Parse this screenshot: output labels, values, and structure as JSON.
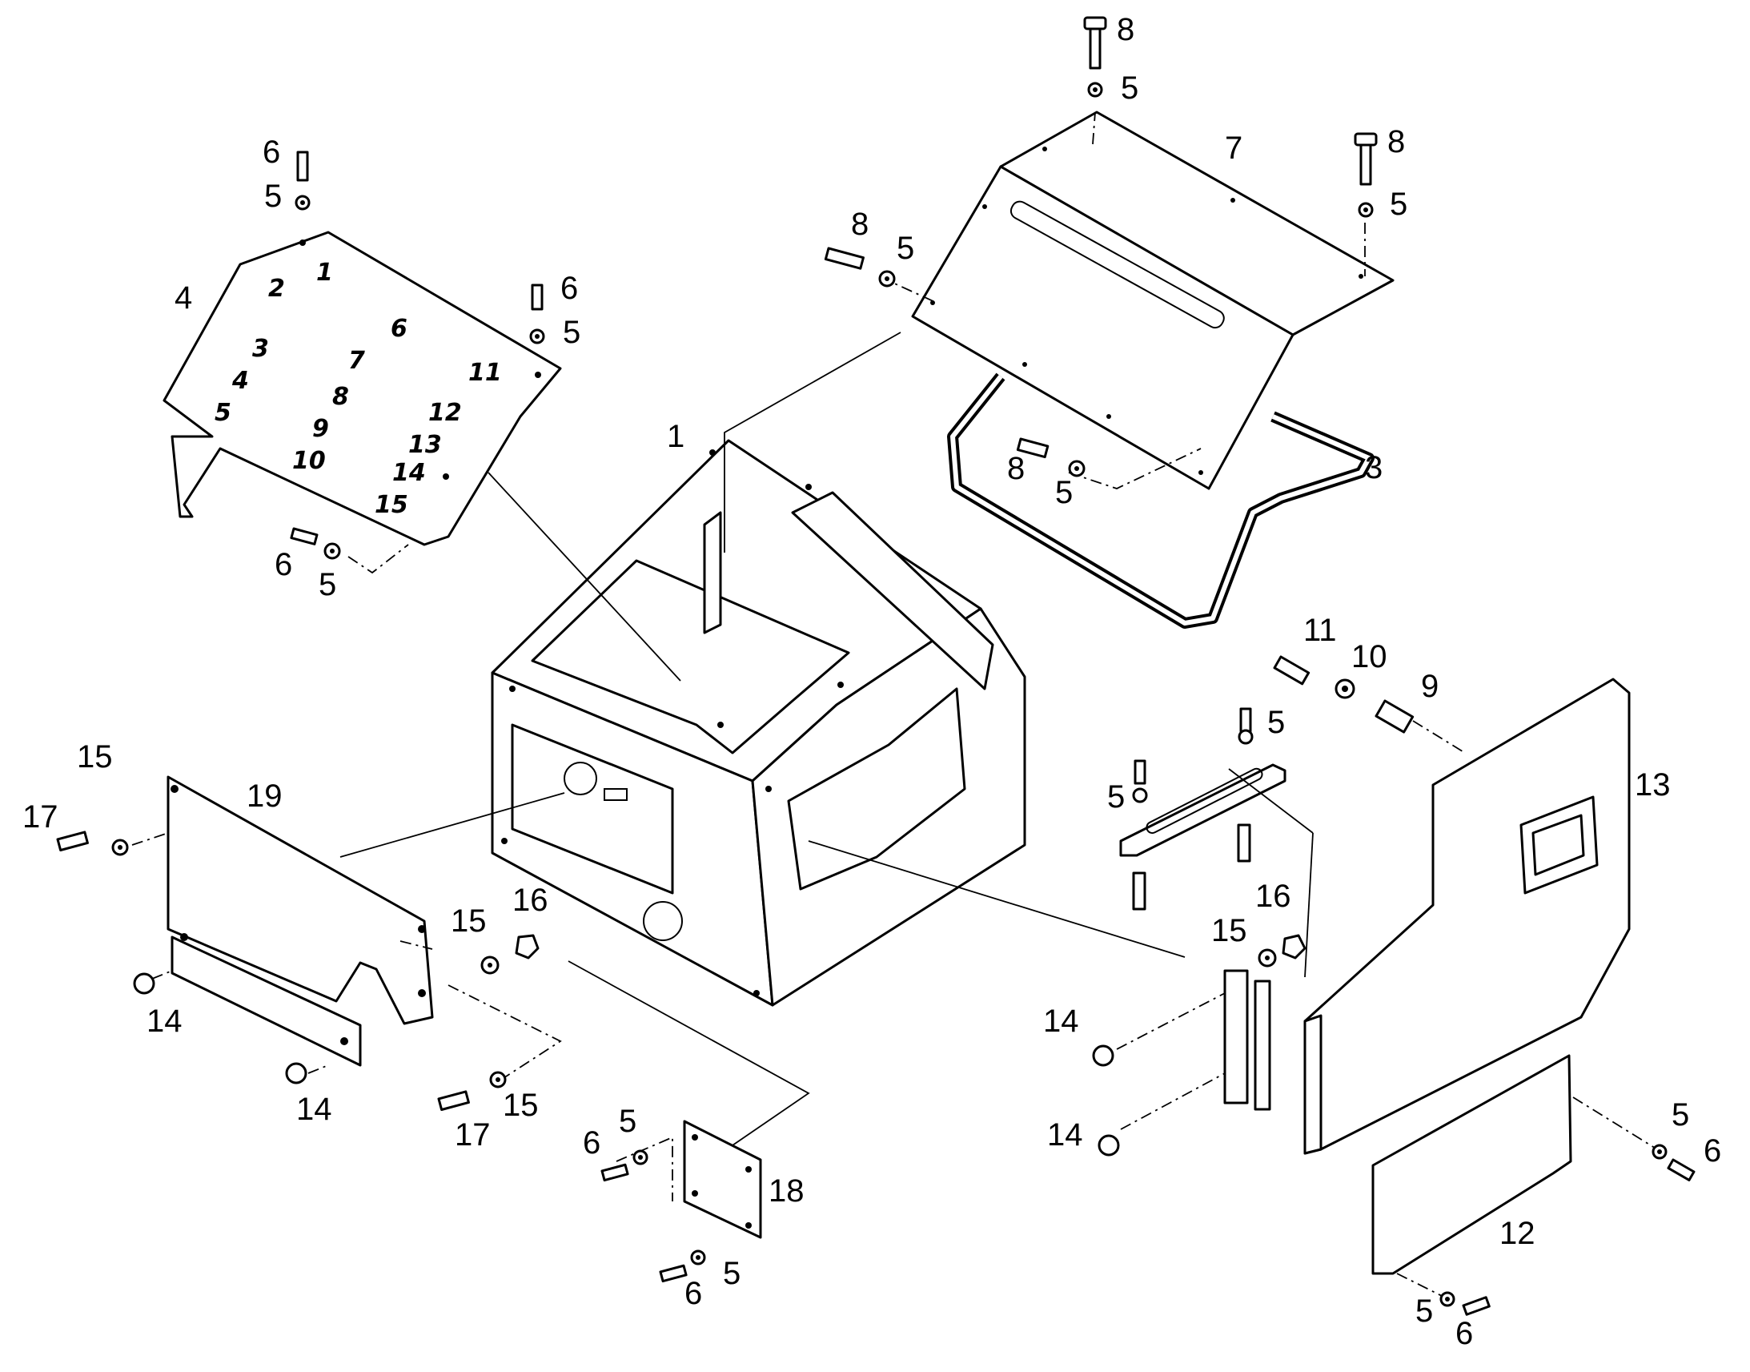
{
  "callouts": {
    "c1": "1",
    "c3": "3",
    "c4": "4",
    "c7": "7",
    "c9": "9",
    "c10": "10",
    "c11": "11",
    "c12": "12",
    "c13": "13",
    "c16a": "16",
    "c16b": "16",
    "c18": "18",
    "c19": "19",
    "c6a": "6",
    "c5a": "5",
    "c6b": "6",
    "c5b": "5",
    "c6c": "6",
    "c5c": "5",
    "c8a": "8",
    "c5d": "5",
    "c8b": "8",
    "c5e": "5",
    "c8c": "8",
    "c5f": "5",
    "c8d": "8",
    "c5g": "5",
    "c5h": "5",
    "c5i": "5",
    "c15a": "15",
    "c17a": "17",
    "c15b": "15",
    "c14a": "14",
    "c14b": "14",
    "c17b": "17",
    "c15c": "15",
    "c6d": "6",
    "c5j": "5",
    "c6e": "6",
    "c5k": "5",
    "c15d": "15",
    "c14c": "14",
    "c14d": "14",
    "c5l": "5",
    "c6f": "6",
    "c5m": "5",
    "c6g": "6"
  },
  "plate_numbers": [
    "1",
    "2",
    "3",
    "4",
    "5",
    "6",
    "7",
    "8",
    "9",
    "10",
    "11",
    "12",
    "13",
    "14",
    "15"
  ]
}
